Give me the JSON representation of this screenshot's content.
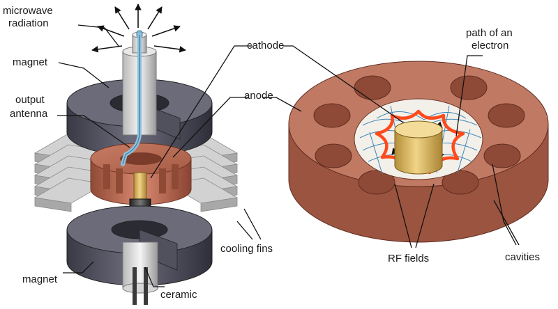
{
  "labels": {
    "microwave_radiation_1": "microwave",
    "microwave_radiation_2": "radiation",
    "magnet_top": "magnet",
    "output_antenna_1": "output",
    "output_antenna_2": "antenna",
    "cathode": "cathode",
    "anode": "anode",
    "path_of_electron_1": "path of an",
    "path_of_electron_2": "electron",
    "magnet_bottom": "magnet",
    "ceramic": "ceramic",
    "cooling_fins": "cooling fins",
    "rf_fields": "RF fields",
    "cavities": "cavities"
  },
  "icons": [
    "radiation-arrows",
    "magnetron-assembly",
    "anode-block-cutaway"
  ],
  "colors": {
    "magnet": "#4c4c5a",
    "copper": "#b8634c",
    "cathode": "#d6b25a",
    "electron_path": "#ff4a1c",
    "rf_field_lines": "#3b86b8",
    "fins": "#bcbcbc"
  }
}
